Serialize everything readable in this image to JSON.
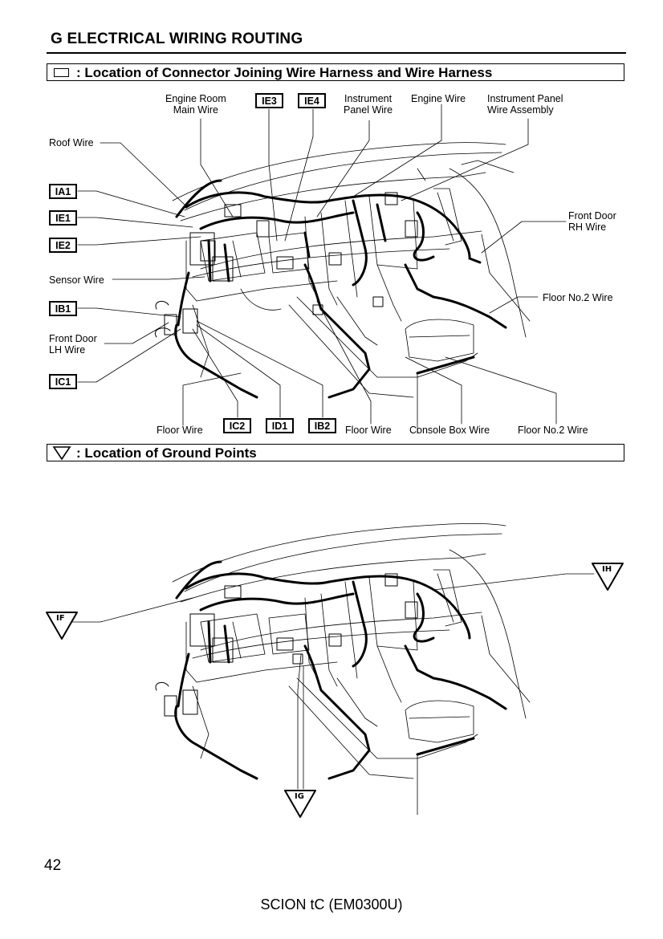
{
  "header": {
    "title": "G  ELECTRICAL WIRING ROUTING"
  },
  "section1": {
    "legend_icon": "rectangle-outline-icon",
    "title": ": Location of Connector Joining Wire Harness and Wire Harness",
    "labels": {
      "engine_room_main_wire": "Engine Room\nMain Wire",
      "instrument_panel_wire": "Instrument\nPanel Wire",
      "engine_wire": "Engine Wire",
      "instrument_panel_wire_assembly": "Instrument Panel\nWire Assembly",
      "roof_wire": "Roof Wire",
      "front_door_rh_wire": "Front Door\nRH Wire",
      "sensor_wire": "Sensor Wire",
      "floor_no2_wire_right": "Floor No.2 Wire",
      "front_door_lh_wire": "Front Door\nLH Wire",
      "floor_wire_left": "Floor Wire",
      "floor_wire_right": "Floor Wire",
      "console_box_wire": "Console Box Wire",
      "floor_no2_wire_bottom": "Floor No.2 Wire"
    },
    "connectors": {
      "ie3": "IE3",
      "ie4": "IE4",
      "ia1": "IA1",
      "ie1": "IE1",
      "ie2": "IE2",
      "ib1": "IB1",
      "ic1": "IC1",
      "ic2": "IC2",
      "id1": "ID1",
      "ib2": "IB2"
    }
  },
  "section2": {
    "legend_icon": "triangle-down-icon",
    "title": ": Location of Ground Points",
    "ground_points": {
      "if": "IF",
      "ih": "IH",
      "ig": "IG"
    }
  },
  "footer": {
    "page_number": "42",
    "model": "SCION tC (EM0300U)"
  }
}
